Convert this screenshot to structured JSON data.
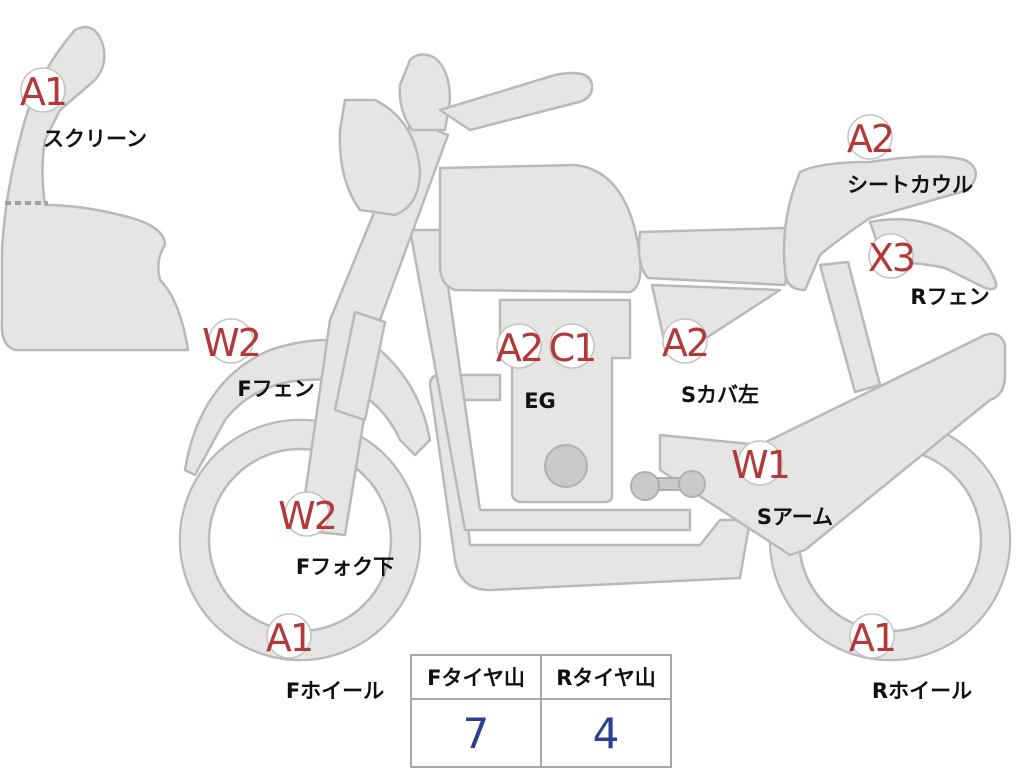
{
  "parts": [
    {
      "id": "screen",
      "code": "A1",
      "label": "スクリーン"
    },
    {
      "id": "seat-cowl",
      "code": "A2",
      "label": "シートカウル"
    },
    {
      "id": "r-fender",
      "code": "X3",
      "label": "Rフェン"
    },
    {
      "id": "f-fender",
      "code": "W2",
      "label": "Fフェン"
    },
    {
      "id": "engine",
      "codes": [
        "A2",
        "C1"
      ],
      "label": "EG"
    },
    {
      "id": "side-cover-left",
      "code": "A2",
      "label": "Sカバ左"
    },
    {
      "id": "swing-arm",
      "code": "W1",
      "label": "Sアーム"
    },
    {
      "id": "f-fork-lower",
      "code": "W2",
      "label": "Fフォク下"
    },
    {
      "id": "f-wheel",
      "code": "A1",
      "label": "Fホイール"
    },
    {
      "id": "r-wheel",
      "code": "A1",
      "label": "Rホイール"
    }
  ],
  "tread": {
    "front_label": "Fタイヤ山",
    "rear_label": "Rタイヤ山",
    "front_value": "7",
    "rear_value": "4"
  },
  "colors": {
    "code": "#b03a3a",
    "tread_value": "#2a3f8f",
    "part_fill": "#e5e5e3",
    "part_stroke": "#b9b9b9"
  }
}
